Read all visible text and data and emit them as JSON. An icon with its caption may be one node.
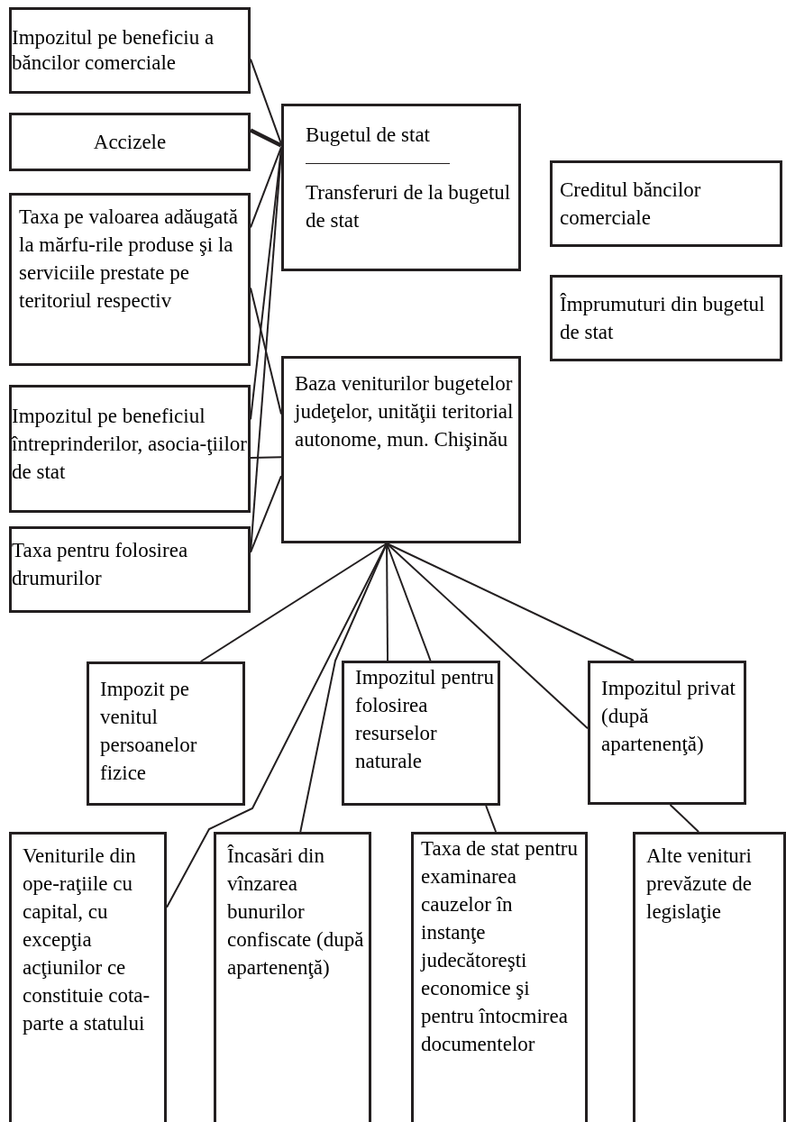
{
  "diagram": {
    "nodes": [
      {
        "text": [
          "Impozitul pe beneficiu a băncilor comerciale"
        ]
      },
      {
        "text": [
          "Accizele"
        ]
      },
      {
        "text": [
          "Bugetul de stat",
          "Transferuri de la bugetul de stat"
        ]
      },
      {
        "text": [
          "Creditul băncilor comerciale"
        ]
      },
      {
        "text": [
          "Taxa pe valoarea adăugată la mărfu-rile produse şi la serviciile prestate pe teritoriul respectiv"
        ]
      },
      {
        "text": [
          "Împrumuturi din bugetul de stat"
        ]
      },
      {
        "text": [
          "Baza veniturilor bugetelor judeţelor, unităţii teritorial autonome, mun. Chişinău"
        ]
      },
      {
        "text": [
          "Impozitul pe beneficiul întreprinderilor, asocia-ţiilor de stat"
        ]
      },
      {
        "text": [
          "Taxa pentru folosirea drumurilor"
        ]
      },
      {
        "text": [
          "Impozit pe venitul persoanelor fizice"
        ]
      },
      {
        "text": [
          "Impozitul pentru folosirea resurselor naturale"
        ]
      },
      {
        "text": [
          "Impozitul privat (după apartenenţă)"
        ]
      },
      {
        "text": [
          "Veniturile din ope-raţiile cu capital, cu excepţia acţiunilor ce constituie cota-parte a statului"
        ]
      },
      {
        "text": [
          "Încasări din vînzarea bunurilor confiscate (după apartenenţă)"
        ]
      },
      {
        "text": [
          "Taxa de stat pentru examinarea cauzelor în instanţe judecătoreşti economice şi pentru întocmirea documentelor"
        ]
      },
      {
        "text": [
          "Alte venituri prevăzute de legislaţie"
        ]
      }
    ],
    "edges": [
      {
        "from": 0,
        "to": 2,
        "arrow": "none"
      },
      {
        "from": 1,
        "to": 2,
        "arrow": "none",
        "style": "thick"
      },
      {
        "from": 4,
        "to": 2,
        "arrow": "none"
      },
      {
        "from": 7,
        "to": 2,
        "arrow": "none"
      },
      {
        "from": 8,
        "to": 2,
        "arrow": "none"
      },
      {
        "from": 4,
        "to": 6,
        "arrow": "none"
      },
      {
        "from": 7,
        "to": 6,
        "arrow": "none"
      },
      {
        "from": 8,
        "to": 6,
        "arrow": "none"
      },
      {
        "from": 6,
        "to": 9,
        "arrow": "none"
      },
      {
        "from": 6,
        "to": 12,
        "arrow": "none"
      },
      {
        "from": 6,
        "to": 13,
        "arrow": "none"
      },
      {
        "from": 6,
        "to": 10,
        "arrow": "none"
      },
      {
        "from": 6,
        "to": 10,
        "arrow": "none"
      },
      {
        "from": 6,
        "to": 11,
        "arrow": "none"
      },
      {
        "from": 6,
        "to": 11,
        "arrow": "none"
      },
      {
        "from": 10,
        "to": 14,
        "arrow": "none"
      },
      {
        "from": 11,
        "to": 15,
        "arrow": "none"
      }
    ]
  }
}
